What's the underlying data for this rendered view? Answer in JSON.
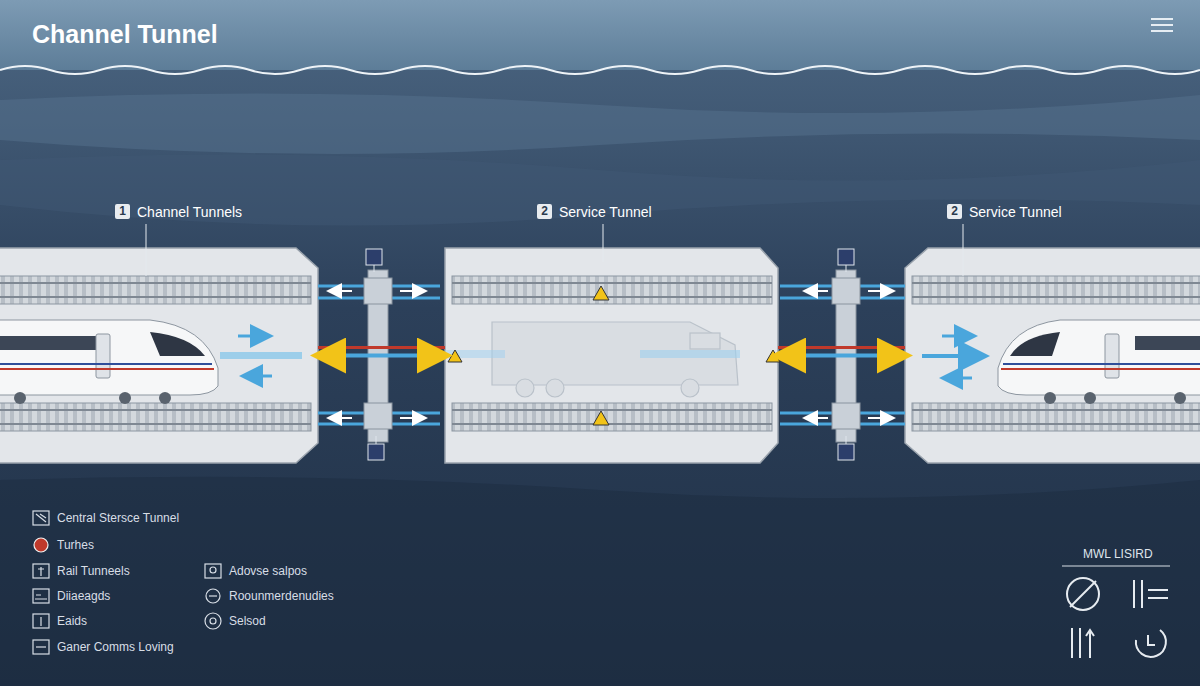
{
  "diagram": {
    "title": "Channel Tunnel",
    "nodes": [
      {
        "text": [
          "Channel Tunnels"
        ]
      },
      {
        "text": [
          "Service Tunnel"
        ]
      },
      {
        "text": [
          "Service Tunnel"
        ]
      }
    ],
    "edges": [
      {
        "from": 0,
        "to": 1,
        "arrow": "both"
      },
      {
        "from": 1,
        "to": 2,
        "arrow": "both"
      }
    ],
    "labels": [
      "1",
      "2",
      "2",
      "MWL LISIRD"
    ],
    "legend": [
      {
        "text": "Central Stersce Tunnel"
      },
      {
        "text": "Turhes"
      },
      {
        "text": "Rail Tunneels"
      },
      {
        "text": "Diiaeagds"
      },
      {
        "text": "Eaids"
      },
      {
        "text": "Ganer Comms Loving"
      },
      {
        "text": "Adovse salpos"
      },
      {
        "text": "Roounmerdenudies"
      },
      {
        "text": "Selsod"
      }
    ]
  }
}
